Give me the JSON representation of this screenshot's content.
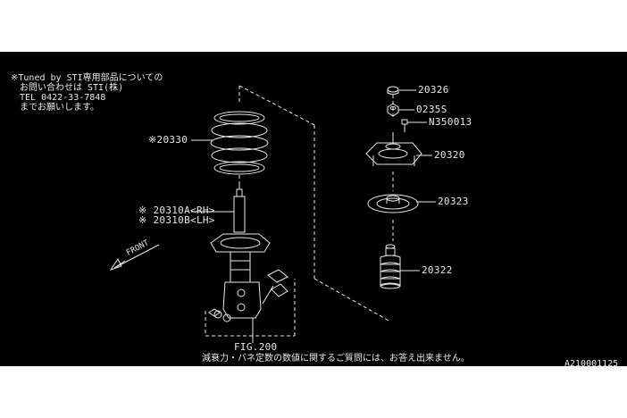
{
  "notice": {
    "line1": "※Tuned by STI専用部品についての",
    "line2": "お問い合わせは STI(株)",
    "line3": "TEL 0422-33-7848",
    "line4": "までお願いします。"
  },
  "callouts": {
    "coil_spring": "20330",
    "strut_rh_part": "20310A",
    "strut_rh_side": "<RH>",
    "strut_lh_part": "20310B",
    "strut_lh_side": "<LH>",
    "cap": "20326",
    "nut": "0235S",
    "bolt": "N350013",
    "mount": "20320",
    "seat": "20323",
    "bumper": "20322",
    "fig_ref": "FIG.200"
  },
  "ref_mark": "※",
  "front_label": "FRONT",
  "disclaimer": "減衰力・バネ定数の数値に関するご質問には、お答え出来ません。",
  "diagram_id": "A210001125",
  "colors": {
    "panel": "#000000",
    "lines": "#e8e8e8",
    "highlight": "#2432c8"
  }
}
